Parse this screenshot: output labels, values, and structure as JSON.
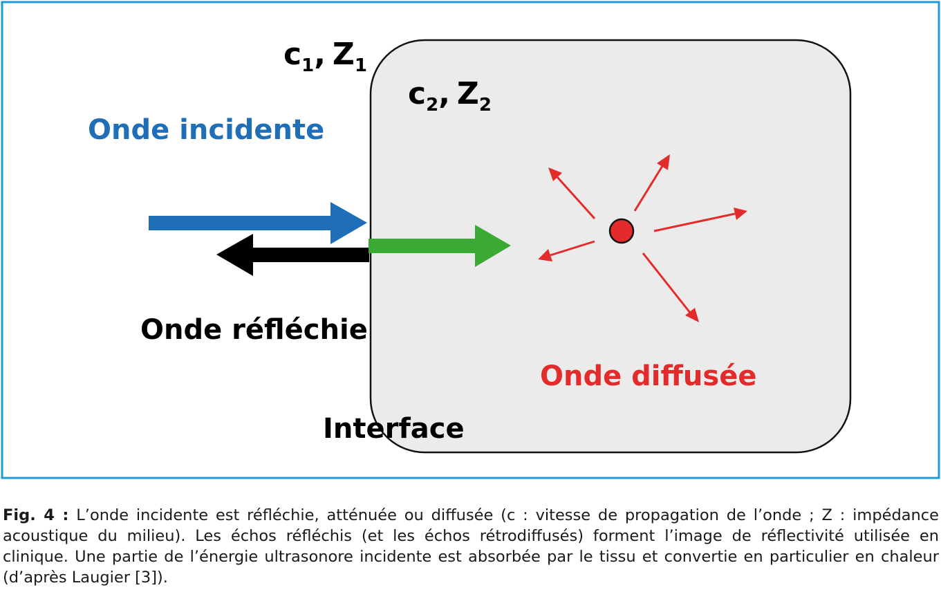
{
  "figure": {
    "medium1": {
      "c": "c",
      "sub_c": "1",
      "sep": ",",
      "z": "Z",
      "sub_z": "1"
    },
    "medium2": {
      "c": "c",
      "sub_c": "2",
      "sep": ",",
      "z": "Z",
      "sub_z": "2"
    },
    "incident_label": "Onde incidente",
    "reflected_label": "Onde réfléchie",
    "scattered_label": "Onde diffusée",
    "interface_label": "Interface",
    "colors": {
      "frame": "#1a9ad6",
      "incident": "#1f6eb8",
      "reflected": "#000000",
      "transmitted": "#3aaa35",
      "scattered": "#e32b2b",
      "medium2_fill": "#ebebeb"
    }
  },
  "caption": {
    "label": "Fig. 4 :",
    "text": " L’onde incidente est réfléchie, atténuée ou diffusée (c : vitesse de propagation de l’onde ; Z : impédance acoustique du milieu). Les échos réfléchis (et les échos rétrodiffusés) forment l’image de réflectivité utilisée en clinique. Une partie de l’énergie ultrasonore incidente est absorbée par le tissu et convertie en particulier en chaleur (d’après Laugier [3])."
  }
}
